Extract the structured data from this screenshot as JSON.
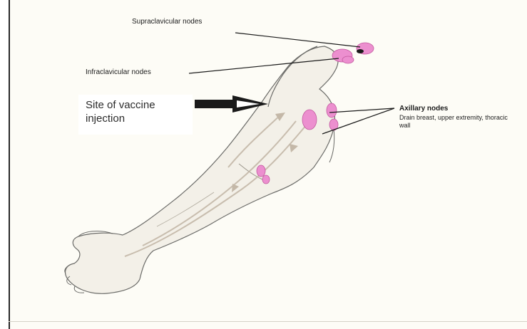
{
  "labels": {
    "supraclavicular": "Supraclavicular nodes",
    "infraclavicular": "Infraclavicular nodes",
    "axillary_title": "Axillary nodes",
    "axillary_drain": "Drain breast, upper extremity, thoracic wall",
    "injection_site": "Site of vaccine injection"
  },
  "colors": {
    "background": "#fdfcf6",
    "arm_outline": "#6b6b68",
    "arm_fill": "#f3f0e8",
    "node_fill": "#ec8fcf",
    "vessel": "#c4b8a8",
    "leader_line": "#1a1a1a",
    "arrow": "#1a1a1a"
  },
  "icons": {
    "injection_arrow": "arrow-right-icon"
  }
}
